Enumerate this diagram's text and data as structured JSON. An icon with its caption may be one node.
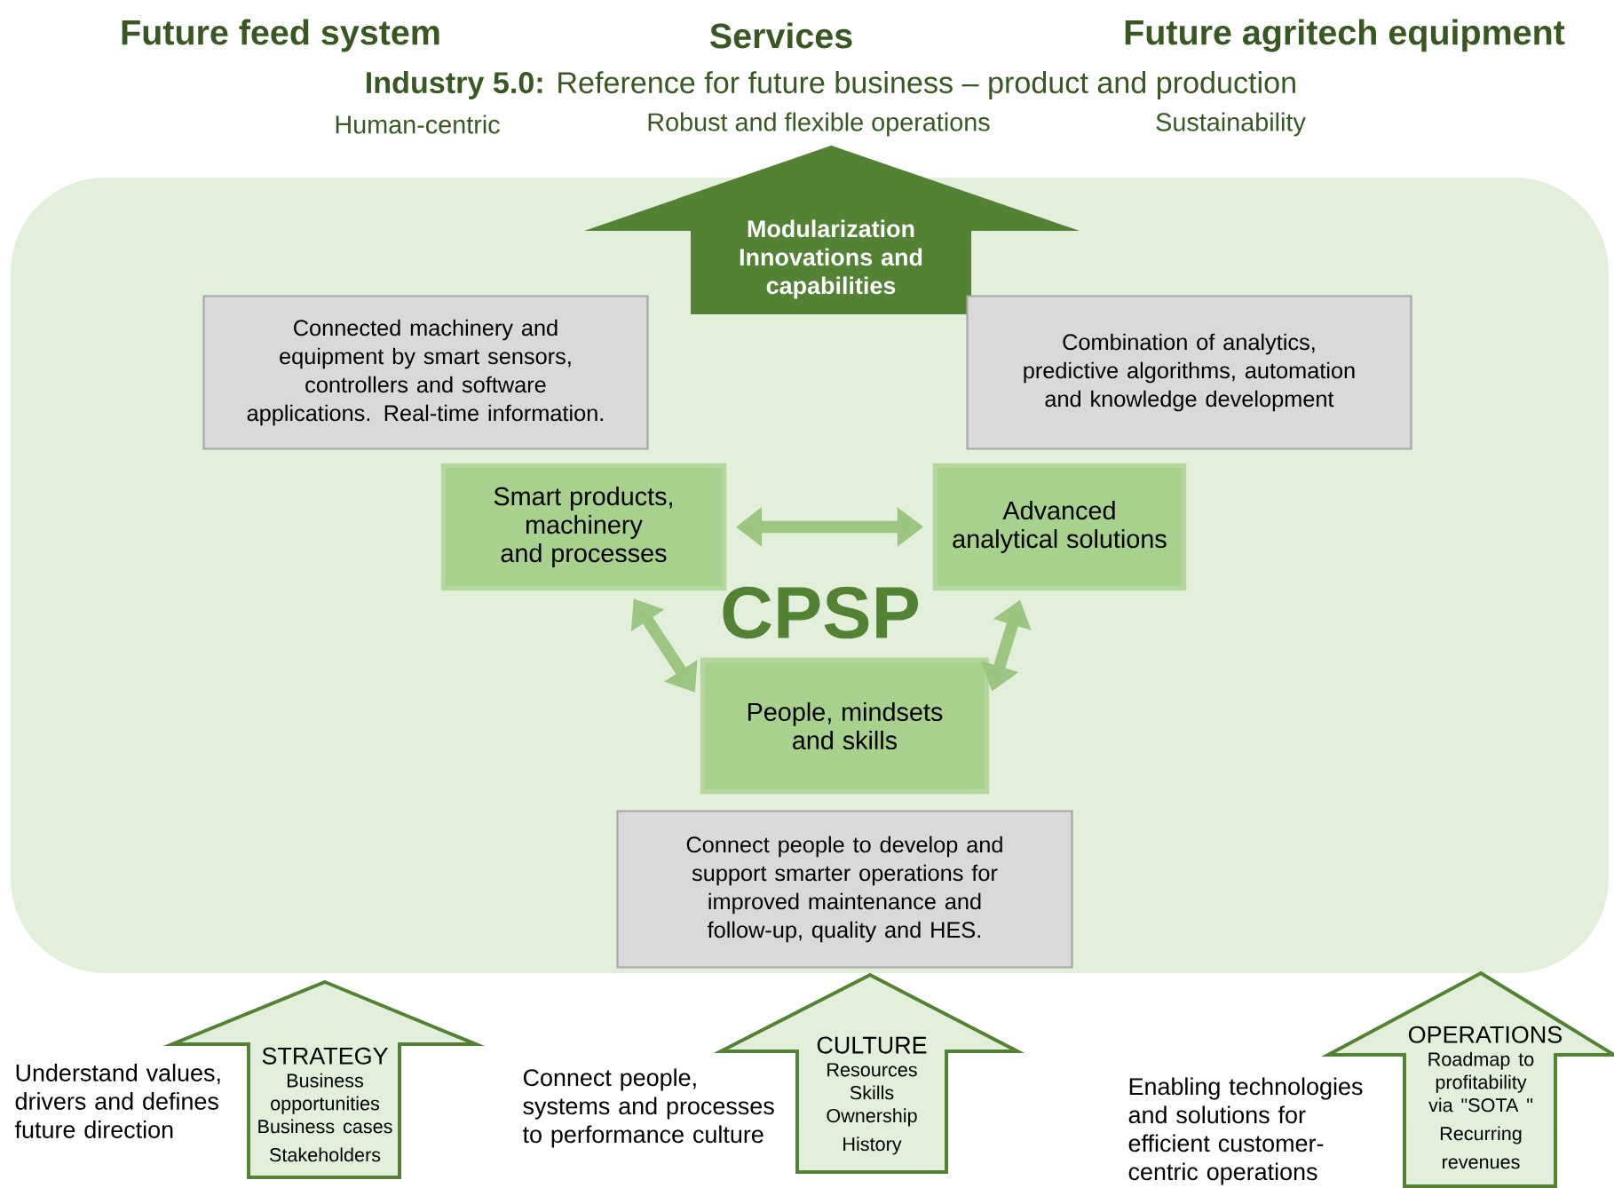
{
  "diagram": {
    "nodes": [
      {
        "text": [
          "CPSP"
        ]
      },
      {
        "text": [
          "Modularization",
          "Innovations and capabilities"
        ]
      },
      {
        "text": [
          "Connected machinery and equipment by smart sensors, controllers and software applications. Real-time information."
        ],
        "in": 0
      },
      {
        "text": [
          "Combination of analytics, predictive algorithms, automation and knowledge development"
        ],
        "in": 0
      },
      {
        "text": [
          "Smart products, machinery and processes"
        ],
        "in": 0
      },
      {
        "text": [
          "Advanced analytical solutions"
        ],
        "in": 0
      },
      {
        "text": [
          "People, mindsets and skills"
        ],
        "in": 0
      },
      {
        "text": [
          "Connect people to develop and support smarter operations for improved maintenance and follow-up, quality and HES."
        ],
        "in": 0
      },
      {
        "text": [
          "STRATEGY",
          "Business opportunities",
          "Business cases",
          "Stakeholders"
        ],
        "beside": [
          "Understand values, drivers and defines future direction"
        ]
      },
      {
        "text": [
          "CULTURE",
          "Resources",
          "Skills",
          "Ownership",
          "History"
        ],
        "beside": [
          "Connect people, systems and processes to performance culture"
        ]
      },
      {
        "text": [
          "OPERATIONS",
          "Roadmap to profitability via \"SOTA \"",
          "Recurring revenues"
        ],
        "beside": [
          "Enabling technologies and solutions for efficient customer-centric operations"
        ]
      }
    ],
    "edges": [
      {
        "from": 4,
        "to": 5,
        "arrow": "both"
      },
      {
        "from": 4,
        "to": 6,
        "arrow": "both"
      },
      {
        "from": 5,
        "to": 6,
        "arrow": "both"
      }
    ],
    "labels": [
      "Future feed system",
      "Services",
      "Future agritech equipment",
      "**Industry 5.0:** Reference for future business – product and production",
      "Human-centric",
      "Robust and flexible operations",
      "Sustainability"
    ]
  }
}
